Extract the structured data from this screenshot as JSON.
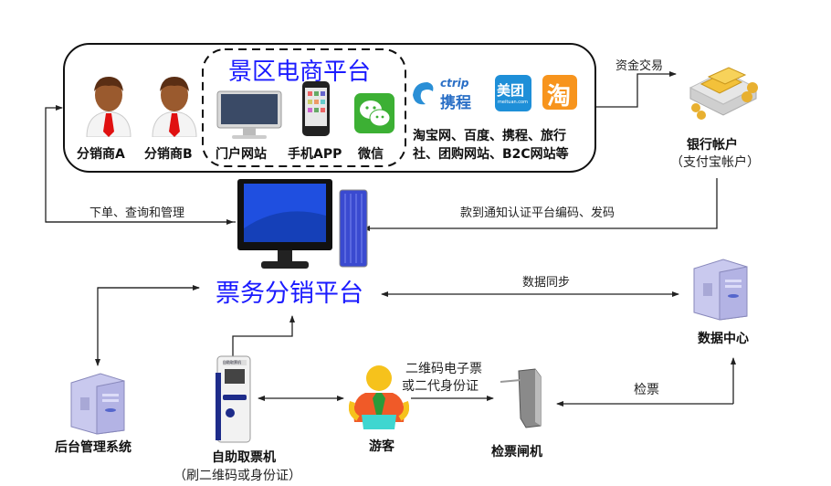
{
  "top_group": {
    "distributors": [
      {
        "label": "分销商A"
      },
      {
        "label": "分销商B"
      }
    ],
    "ecommerce_platform": {
      "title": "景区电商平台",
      "channels": [
        {
          "label": "门户网站",
          "icon": "desktop-monitor-icon"
        },
        {
          "label": "手机APP",
          "icon": "smartphone-icon"
        },
        {
          "label": "微信",
          "icon": "wechat-icon"
        }
      ]
    },
    "third_party": {
      "logos": [
        {
          "name": "ctrip-logo",
          "text_top": "ctrip",
          "text_bottom": "携程"
        },
        {
          "name": "meituan-logo",
          "text_top": "美团",
          "text_bottom": "meituan.com"
        },
        {
          "name": "taobao-logo",
          "text_top": "淘"
        }
      ],
      "caption_line1": "淘宝网、百度、携程、旅行",
      "caption_line2": "社、团购网站、B2C网站等"
    }
  },
  "bank": {
    "label": "银行帐户",
    "sublabel": "（支付宝帐户）"
  },
  "edges": {
    "funds": "资金交易",
    "order": "下单、查询和管理",
    "payment_notice": "款到通知认证平台编码、发码",
    "data_sync": "数据同步",
    "check_ticket": "检票",
    "visitor_gate_line1": "二维码电子票",
    "visitor_gate_line2": "或二代身份证"
  },
  "ticket_platform": {
    "title": "票务分销平台"
  },
  "data_center": {
    "label": "数据中心"
  },
  "backend": {
    "label": "后台管理系统"
  },
  "kiosk": {
    "label": "自助取票机",
    "sublabel": "（刷二维码或身份证）",
    "screen_text": "自助取票机"
  },
  "visitor": {
    "label": "游客"
  },
  "gate": {
    "label": "检票闸机"
  },
  "colors": {
    "accent_blue": "#1a1aff",
    "line": "#222222"
  }
}
